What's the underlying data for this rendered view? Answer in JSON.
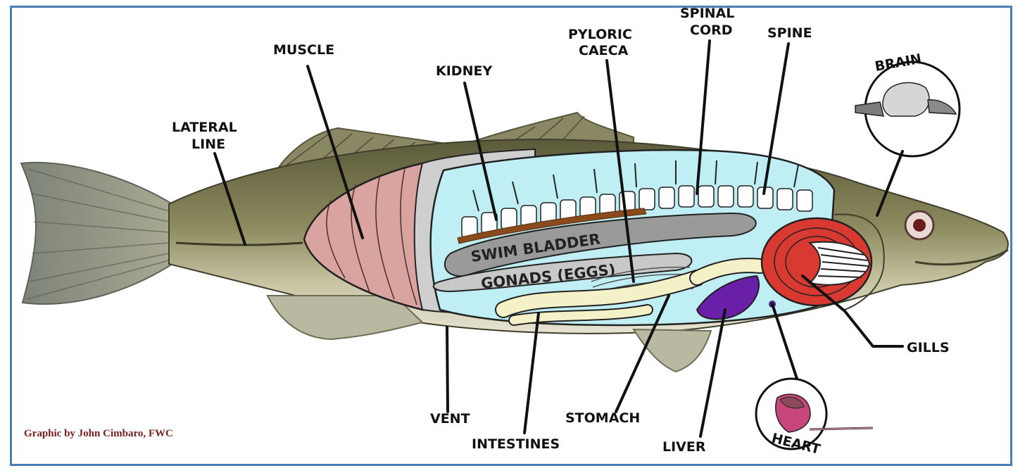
{
  "labels": {
    "lateral_line_1": "LATERAL",
    "lateral_line_2": "LINE",
    "muscle": "MUSCLE",
    "kidney": "KIDNEY",
    "pyloric_caeca_1": "PYLORIC",
    "pyloric_caeca_2": "CAECA",
    "spinal_cord_1": "SPINAL",
    "spinal_cord_2": "CORD",
    "spine": "SPINE",
    "brain": "BRAIN",
    "swim_bladder": "SWIM BLADDER",
    "gonads": "GONADS (EGGS)",
    "gills": "GILLS",
    "vent": "VENT",
    "intestines": "INTESTINES",
    "stomach": "STOMACH",
    "liver": "LIVER",
    "heart": "HEART"
  },
  "credit": "Graphic by John Cimbaro, FWC",
  "colors": {
    "frame": "#4a7fb5",
    "body_cavity": "#bfeef5",
    "muscle": "#d9a3a0",
    "gills": "#d83a32",
    "liver": "#6a1fa8",
    "intestines": "#f4f0c8",
    "kidney": "#8b4a1c",
    "heart": "#c8477a"
  }
}
